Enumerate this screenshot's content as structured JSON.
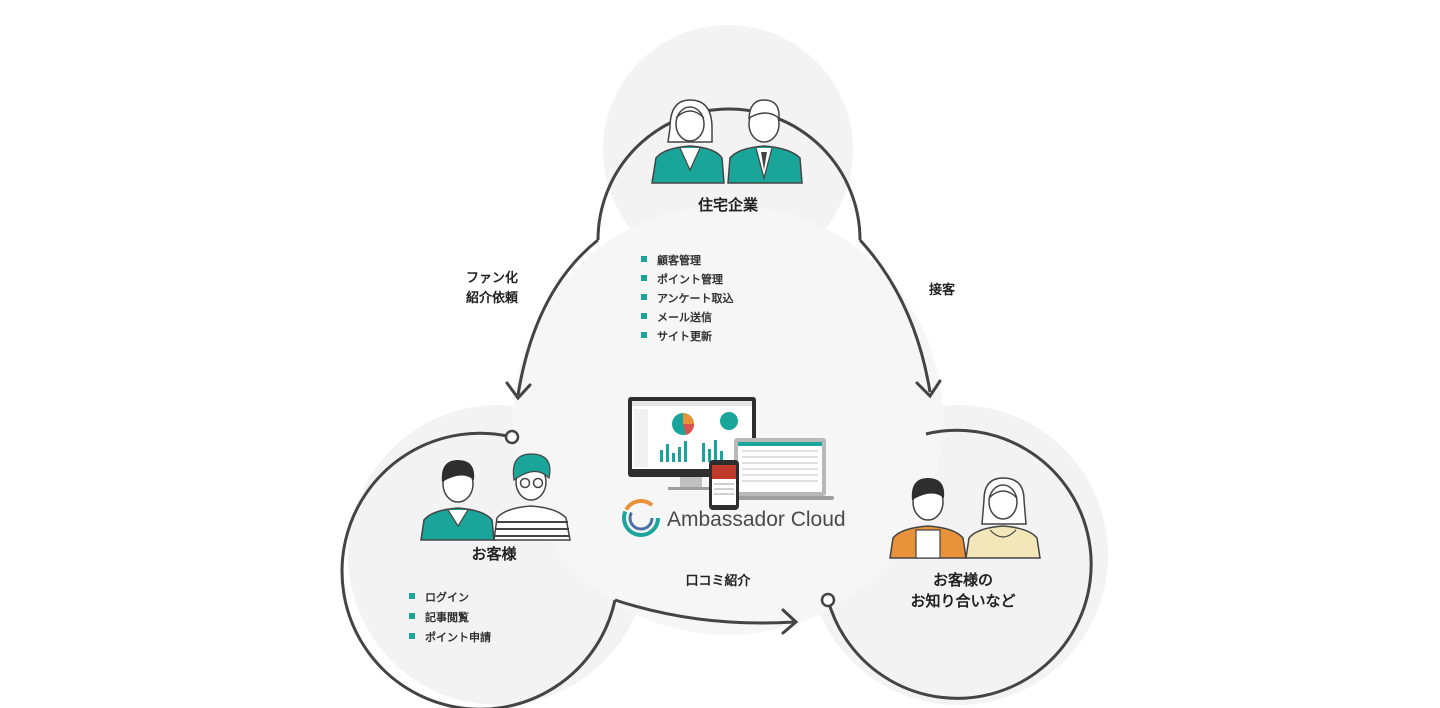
{
  "top_node": {
    "label": "住宅企業",
    "features": [
      "顧客管理",
      "ポイント管理",
      "アンケート取込",
      "メール送信",
      "サイト更新"
    ]
  },
  "left_node": {
    "label": "お客様",
    "features": [
      "ログイン",
      "記事閲覧",
      "ポイント申請"
    ]
  },
  "right_node": {
    "label_line1": "お客様の",
    "label_line2": "お知り合いなど"
  },
  "edges": {
    "top_to_left_line1": "ファン化",
    "top_to_left_line2": "紹介依頼",
    "top_to_right": "接客",
    "left_to_right": "口コミ紹介"
  },
  "product": {
    "name": "Ambassador Cloud"
  },
  "colors": {
    "accent": "#1aa59a",
    "outline": "#444444",
    "bubble_fill": "#f3f3f3",
    "orange": "#e8923a",
    "cream": "#f3e6b8"
  }
}
